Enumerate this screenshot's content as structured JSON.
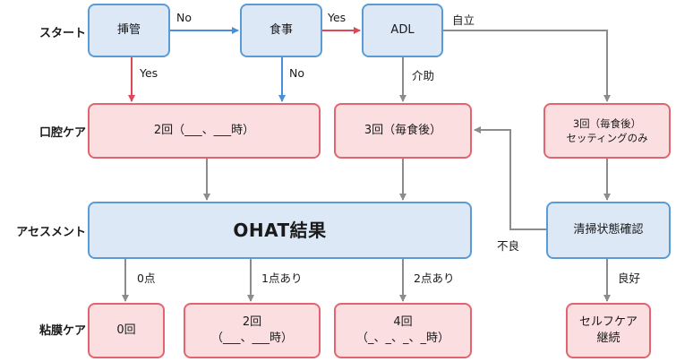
{
  "row_labels": {
    "start": "スタート",
    "oral_care": "口腔ケア",
    "assessment": "アセスメント",
    "mucosa_care": "粘膜ケア"
  },
  "nodes": {
    "intubation": "挿管",
    "meal": "食事",
    "adl": "ADL",
    "oral_2": "2回（___、___時）",
    "oral_3": "3回（毎食後）",
    "oral_3_setting_line1": "3回（毎食後）",
    "oral_3_setting_line2": "セッティングのみ",
    "ohat": "OHAT結果",
    "clean_check": "清掃状態確認",
    "mucosa_0": "0回",
    "mucosa_2_line1": "2回",
    "mucosa_2_line2": "（___、___時）",
    "mucosa_4_line1": "4回",
    "mucosa_4_line2": "（_、_、_、_時）",
    "self_care_line1": "セルフケア",
    "self_care_line2": "継続"
  },
  "edge_labels": {
    "intubation_no": "No",
    "intubation_yes": "Yes",
    "meal_yes": "Yes",
    "meal_no": "No",
    "adl_independent": "自立",
    "adl_assist": "介助",
    "score0": "0点",
    "score1": "1点あり",
    "score2": "2点あり",
    "poor": "不良",
    "good": "良好"
  },
  "colors": {
    "blue_fill": "#dce8f6",
    "blue_border": "#5b9bd5",
    "pink_fill": "#fbdfe0",
    "pink_border": "#e26470",
    "arrow_blue": "#4a90d9",
    "arrow_red": "#e04858",
    "arrow_gray": "#8c8c8c"
  }
}
